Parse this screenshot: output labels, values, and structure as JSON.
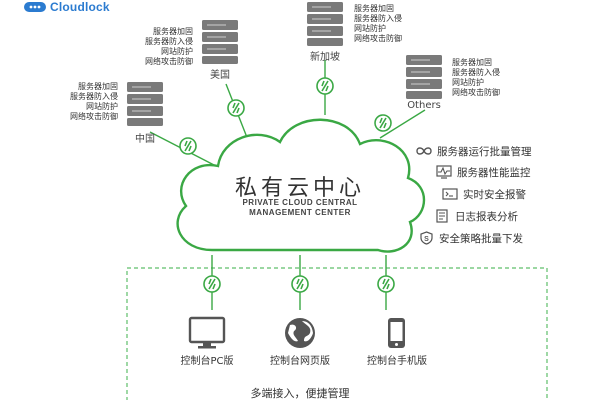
{
  "brand": {
    "name": "Cloudlock"
  },
  "center": {
    "title": "私有云中心",
    "subtitle_line1": "PRIVATE CLOUD CENTRAL",
    "subtitle_line2": "MANAGEMENT CENTER"
  },
  "servers": [
    {
      "label": "中国",
      "services": [
        "服务器加固",
        "服务器防入侵",
        "网站防护",
        "网络攻击防御"
      ]
    },
    {
      "label": "美国",
      "services": [
        "服务器加固",
        "服务器防入侵",
        "网站防护",
        "网络攻击防御"
      ]
    },
    {
      "label": "新加坡",
      "services": [
        "服务器加固",
        "服务器防入侵",
        "网站防护",
        "网络攻击防御"
      ]
    },
    {
      "label": "Others",
      "services": [
        "服务器加固",
        "服务器防入侵",
        "网站防护",
        "网络攻击防御"
      ]
    }
  ],
  "features": [
    {
      "icon": "infinity-icon",
      "label": "服务器运行批量管理"
    },
    {
      "icon": "monitor-pulse-icon",
      "label": "服务器性能监控"
    },
    {
      "icon": "terminal-icon",
      "label": "实时安全报警"
    },
    {
      "icon": "report-icon",
      "label": "日志报表分析"
    },
    {
      "icon": "shield-s-icon",
      "label": "安全策略批量下发"
    }
  ],
  "clients": [
    {
      "icon": "desktop-monitor-icon",
      "label": "控制台PC版"
    },
    {
      "icon": "globe-icon",
      "label": "控制台网页版"
    },
    {
      "icon": "mobile-phone-icon",
      "label": "控制台手机版"
    }
  ],
  "footer": {
    "caption": "多端接入，便捷管理"
  },
  "colors": {
    "accent": "#3aa844",
    "server": "#7a7a7a",
    "brand": "#2b7bd0",
    "dashed": "#5fbf6a"
  }
}
